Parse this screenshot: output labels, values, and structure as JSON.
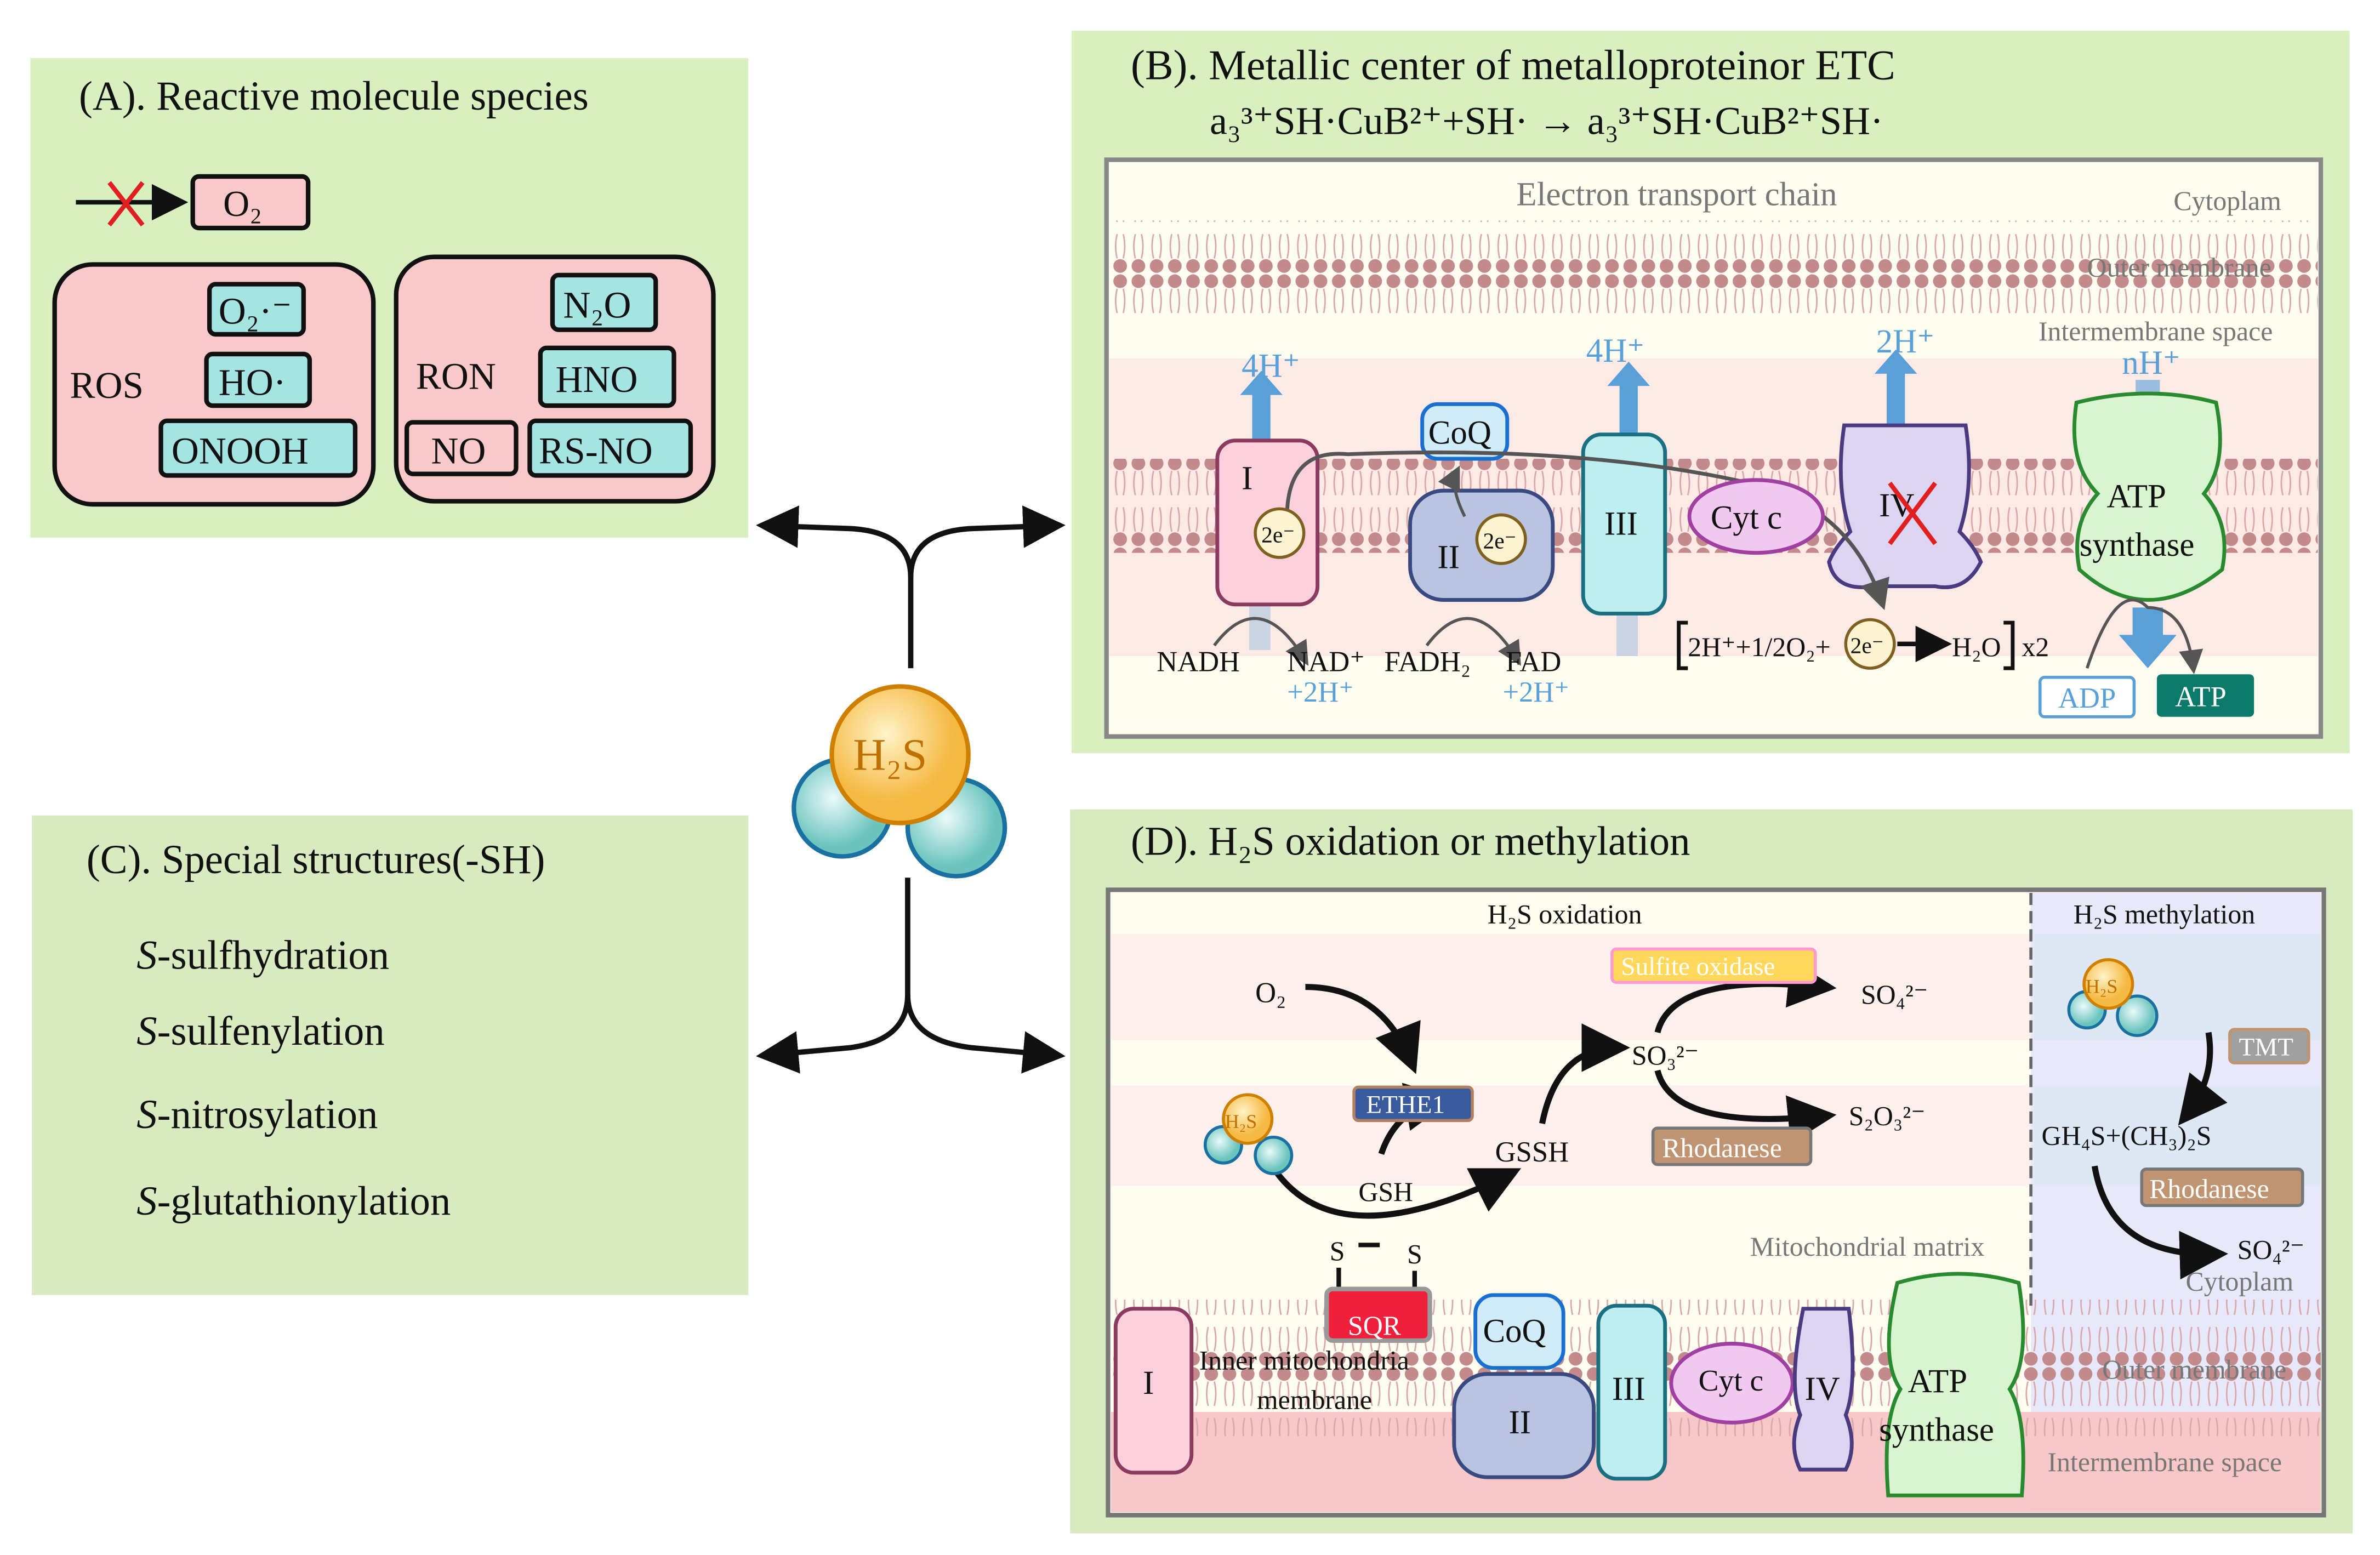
{
  "center": {
    "molecule": "H₂S"
  },
  "panel_a": {
    "title": "(A). Reactive molecule species",
    "o2": "O₂",
    "ros": {
      "label": "ROS",
      "items": [
        "O₂·⁻",
        "HO·",
        "ONOOH"
      ]
    },
    "ron": {
      "label": "RON",
      "items": [
        "N₂O",
        "HNO",
        "NO",
        "RS-NO"
      ]
    }
  },
  "panel_b": {
    "title": "(B). Metallic center of metalloproteinor ETC",
    "equation": "a₃³⁺SH·CuB²⁺+SH· → a₃³⁺SH·CuB²⁺SH·",
    "etc_label": "Electron transport chain",
    "cytoplam": "Cytoplam",
    "outer_membrane": "Outer membrane",
    "intermembrane_space": "Intermembrane space",
    "complexes": {
      "i": "I",
      "ii": "II",
      "iii": "III",
      "iv": "IV",
      "coq": "CoQ",
      "cytc": "Cyt c",
      "atp_synthase_1": "ATP",
      "atp_synthase_2": "synthase"
    },
    "electrons": "2e⁻",
    "protons": {
      "i": "4H⁺",
      "iii": "4H⁺",
      "iv": "2H⁺",
      "atp": "nH⁺"
    },
    "substrates": {
      "nadh": "NADH",
      "nad": "NAD⁺",
      "nad_h": "+2H⁺",
      "fadh2": "FADH₂",
      "fad": "FAD",
      "fad_h": "+2H⁺"
    },
    "reaction": {
      "left": "2H⁺+1/2O₂+",
      "e": "2e⁻",
      "product": "H₂O",
      "mult": "x2"
    },
    "adp": "ADP",
    "atp": "ATP"
  },
  "panel_c": {
    "title": "(C). Special structures(-SH)",
    "items": [
      {
        "prefix": "S",
        "rest": "-sulfhydration"
      },
      {
        "prefix": "S",
        "rest": "-sulfenylation"
      },
      {
        "prefix": "S",
        "rest": "-nitrosylation"
      },
      {
        "prefix": "S",
        "rest": "-glutathionylation"
      }
    ]
  },
  "panel_d": {
    "title": "(D). H₂S oxidation or methylation",
    "oxidation_title": "H₂S oxidation",
    "methylation_title": "H₂S methylation",
    "o2": "O₂",
    "h2s": "H₂S",
    "ethe1": "ETHE1",
    "gsh": "GSH",
    "gssh": "GSSH",
    "so3": "SO₃²⁻",
    "sulfite_oxidase": "Sulfite oxidase",
    "so4": "SO₄²⁻",
    "s2o3": "S₂O₃²⁻",
    "rhodanese": "Rhodanese",
    "mito_matrix": "Mitochondrial matrix",
    "s_left": "S",
    "s_right": "S",
    "sqr": "SQR",
    "inner_membrane_1": "Inner mitochondria",
    "inner_membrane_2": "membrane",
    "complexes": {
      "i": "I",
      "ii": "II",
      "iii": "III",
      "iv": "IV",
      "coq": "CoQ",
      "cytc": "Cyt c",
      "atp_1": "ATP",
      "atp_2": "synthase"
    },
    "tmt": "TMT",
    "gh4s": "GH₄S+(CH₃)₂S",
    "rhodanese_2": "Rhodanese",
    "so4_2": "SO₄²⁻",
    "cytoplam": "Cytoplam",
    "outer_membrane": "Outer membrane",
    "intermembrane_space": "Intermembrane space"
  },
  "colors": {
    "panel_bg": "#d8efc0",
    "pink": "#f9c8c8",
    "cyan": "#a6e3e3",
    "h2s_orange": "#f9c050",
    "teal": "#7fd0cc",
    "arrow_blue": "#5aa0d8",
    "atp_dark": "#0b7a6a",
    "sqr_red": "#f0203c"
  }
}
